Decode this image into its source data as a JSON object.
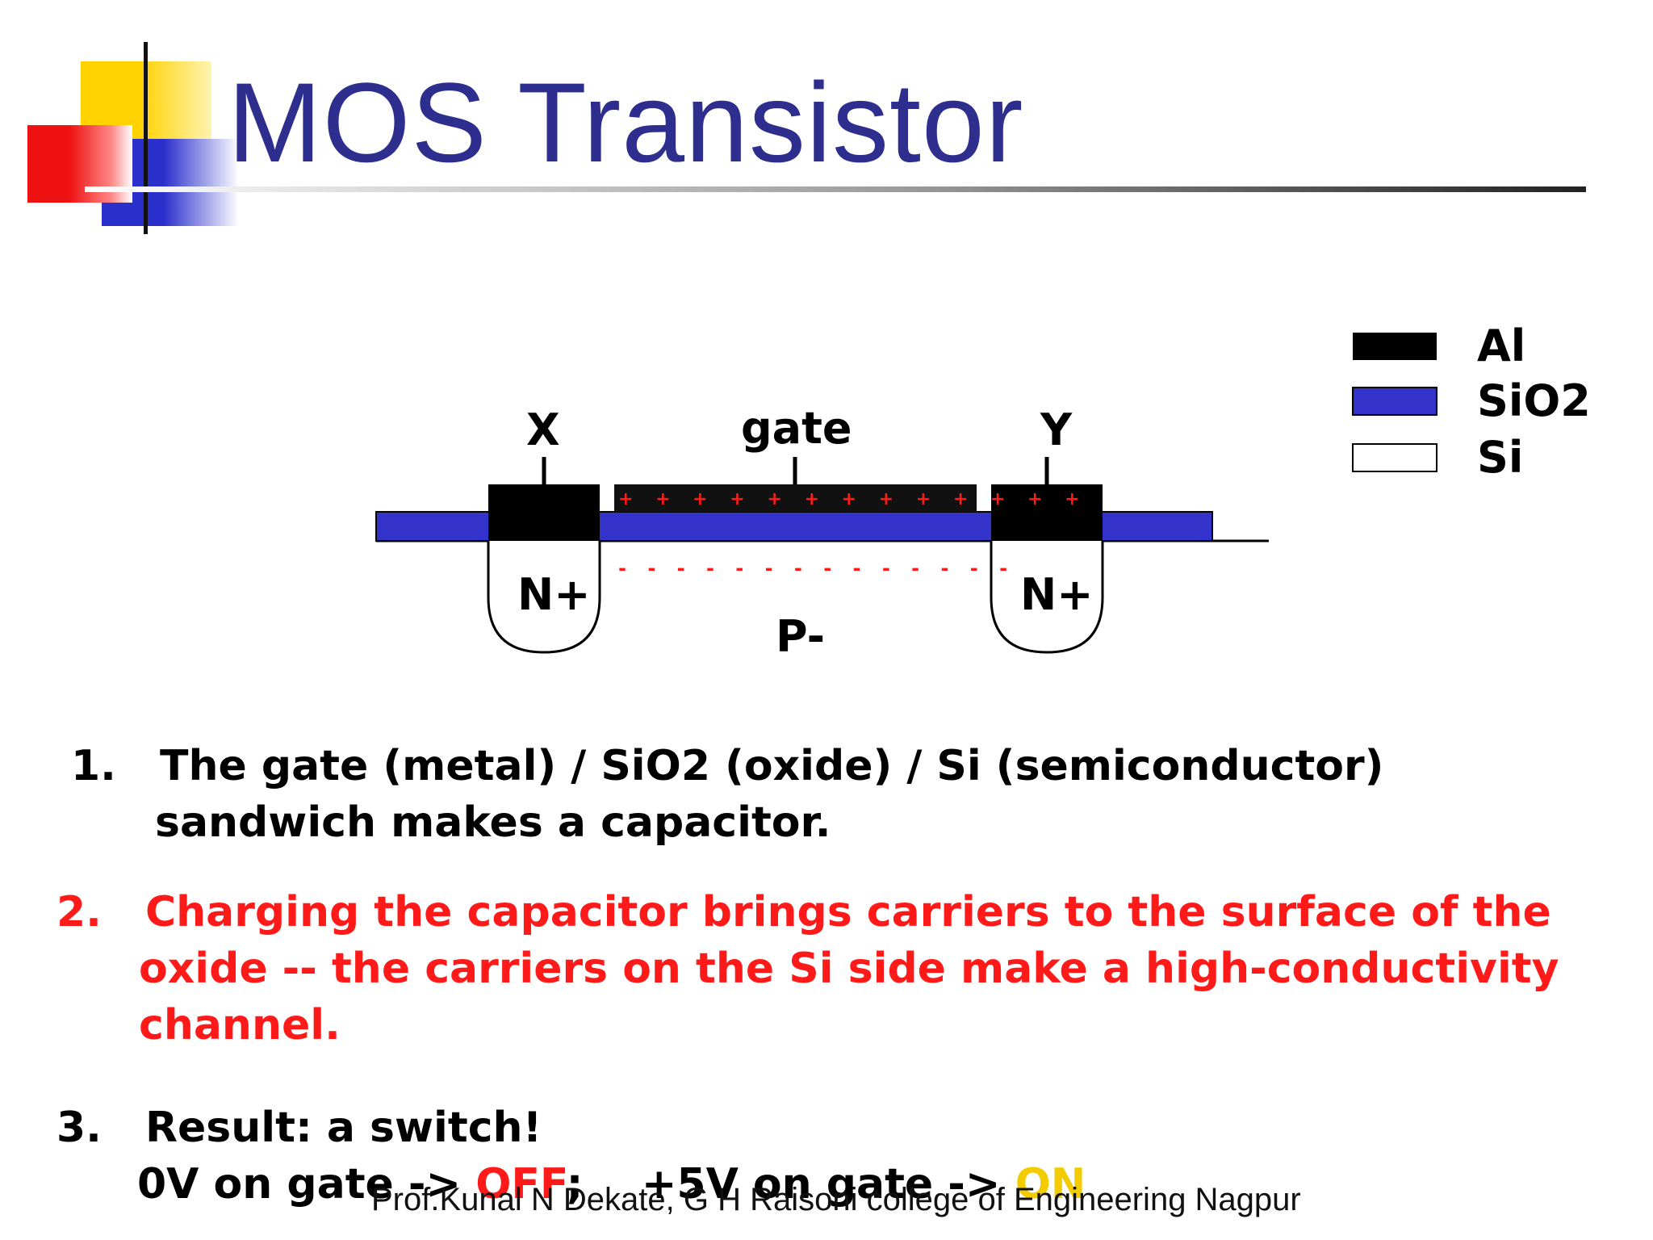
{
  "slide": {
    "title": "MOS Transistor",
    "footer": "Prof.Kunal N Dekate, G H Raisoni college of Engineering Nagpur"
  },
  "diagram": {
    "terminal_x": "X",
    "terminal_gate": "gate",
    "terminal_y": "Y",
    "region_left": "N+",
    "region_right": "N+",
    "substrate": "P-",
    "gate_charges": "+ + + + + + + + + + + + +",
    "channel_charges": "- - - - - - - - - - - - - -",
    "legend": [
      {
        "label": "Al",
        "color": "#000000"
      },
      {
        "label": "SiO2",
        "color": "#3333CC"
      },
      {
        "label": "Si",
        "color": "#ffffff"
      }
    ]
  },
  "points": [
    {
      "number": "1.",
      "lines": [
        "The gate (metal)  /  SiO2 (oxide)  / Si (semiconductor)",
        "sandwich makes a capacitor."
      ],
      "color": "#000000"
    },
    {
      "number": "2.",
      "lines": [
        "Charging the capacitor brings carriers to the surface of the",
        "oxide -- the carriers on the Si side make a high-conductivity",
        "channel."
      ],
      "color": "#ff1a1a"
    },
    {
      "number": "3.",
      "line1": "Result:  a switch!",
      "off_prefix": "0V on gate -> ",
      "off_word": "OFF",
      "separator": ";    ",
      "on_prefix": "+5V on gate -> ",
      "on_word": "ON"
    }
  ],
  "colors": {
    "title": "#2E2E8F",
    "aluminum": "#000000",
    "oxide": "#3333CC",
    "emphasis_red": "#ff1a1a",
    "emphasis_yellow": "#F2CC00"
  }
}
